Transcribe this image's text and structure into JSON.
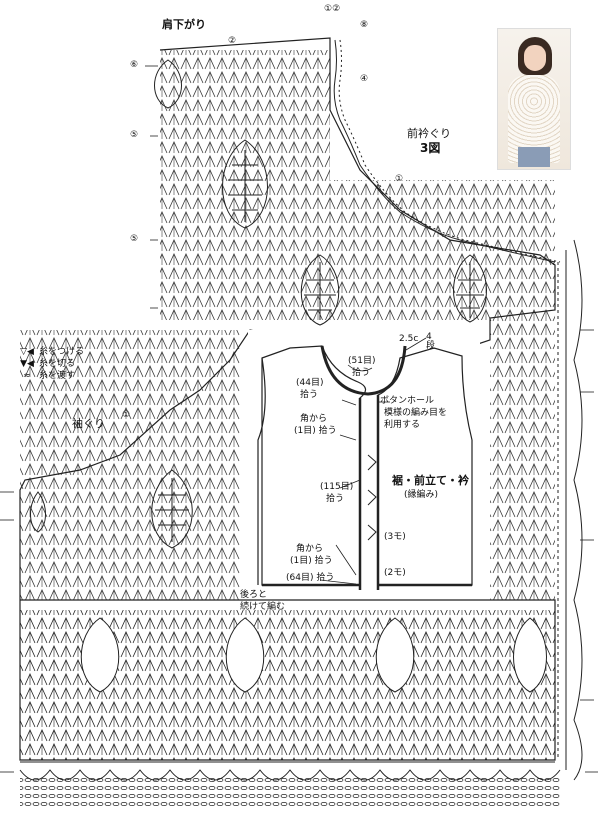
{
  "labels": {
    "shoulder_decrease": "肩下がり",
    "front_neckline": "前衿ぐり",
    "figure_no": "3図",
    "armhole": "袖ぐり",
    "button_hole": "ボタンホール",
    "button_hole_note1": "模様の編み目を",
    "button_hole_note2": "利用する",
    "border_title": "裾・前立て・衿",
    "border_subtitle": "(縁編み)",
    "gauge": "2.5c",
    "gauge_rows": "4段",
    "back_neck_count": "(51目)",
    "back_neck_pick": "拾う",
    "front_neck_count": "(44目)",
    "front_neck_pick": "拾う",
    "corner_a": "角から",
    "corner_a_count": "(1目) 拾う",
    "front_edge_count": "(115目)",
    "front_edge_pick": "拾う",
    "corner_b": "角から",
    "corner_b_count": "(1目) 拾う",
    "hem_count": "(64目) 拾う",
    "three_mo": "(3モ)",
    "two_mo": "(2モ)",
    "join_1": "後ろと",
    "join_2": "続けて編む"
  },
  "legend": [
    {
      "symbol": "▽◀",
      "text": "糸をつける"
    },
    {
      "symbol": "▼◀",
      "text": "糸を切る"
    },
    {
      "symbol": "≈",
      "text": "糸を渡す"
    }
  ],
  "row_markers": [
    "⑥",
    "⑤",
    "①",
    "⑤",
    "⑧",
    "②",
    "①"
  ],
  "top_markers": [
    "①②",
    "④"
  ],
  "photo": {
    "alt": "model-wearing-lace-vest"
  }
}
